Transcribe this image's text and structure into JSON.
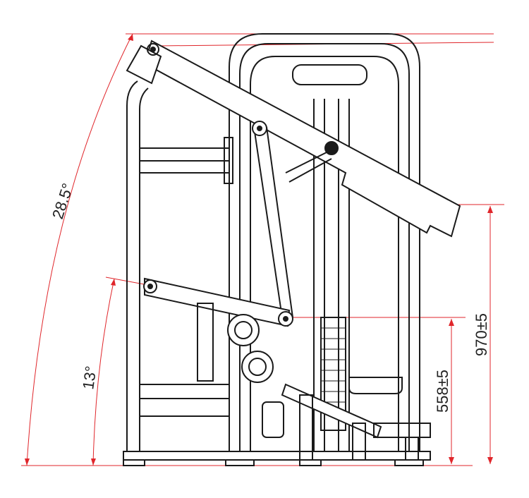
{
  "drawing": {
    "title": "Machine side elevation",
    "colors": {
      "line": "#1a1a1a",
      "dimension": "#e0262b",
      "fill": "#ffffff"
    },
    "dimensions": {
      "arm_upper_angle": "28.5°",
      "arm_lower_angle": "13°",
      "arm_height": "970±5",
      "lower_height": "558±5"
    }
  }
}
